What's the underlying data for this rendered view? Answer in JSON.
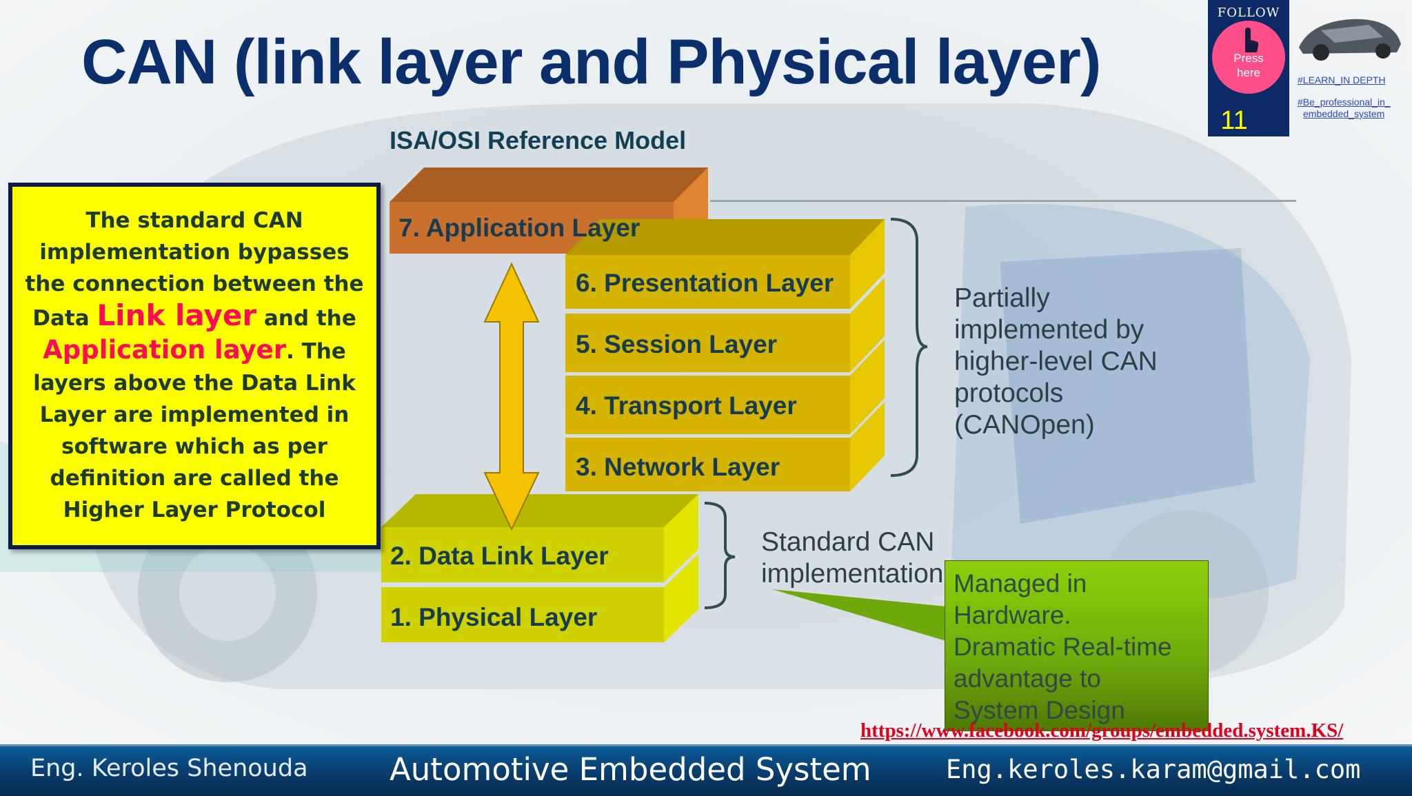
{
  "slide": {
    "title": "CAN (link layer and Physical layer)",
    "subtitle": "ISA/OSI Reference Model"
  },
  "note": {
    "line1": "The standard CAN implementation bypasses the connection between the Data",
    "link_layer": "Link layer",
    "and_the": " and the",
    "application_layer": "Application layer",
    "rest": ". The layers above the Data Link Layer are implemented in software which as per definition are called the Higher Layer Protocol"
  },
  "layers": [
    {
      "label": "7. Application Layer"
    },
    {
      "label": "6. Presentation Layer"
    },
    {
      "label": "5. Session Layer"
    },
    {
      "label": "4. Transport Layer"
    },
    {
      "label": "3. Network Layer"
    },
    {
      "label": "2. Data Link Layer"
    },
    {
      "label": "1. Physical Layer"
    }
  ],
  "brace_upper": {
    "line1": "Partially",
    "line2": "implemented by",
    "line3": "higher-level CAN",
    "line4": "protocols",
    "line5": "(CANOpen)"
  },
  "brace_lower": {
    "line1": "Standard CAN",
    "line2": "implementation"
  },
  "callout": {
    "line1": "Managed in",
    "line2": "Hardware.",
    "line3": "Dramatic Real-time",
    "line4": "advantage to",
    "line5": "System Design"
  },
  "follow": {
    "title": "FOLLOW US",
    "press_line1": "Press",
    "press_line2": "here",
    "page_number": "11",
    "tag1": "#LEARN_IN DEPTH",
    "tag2_line1": "#Be_professional_in_",
    "tag2_line2": "embedded_system"
  },
  "url": "https://www.facebook.com/groups/embedded.system.KS/",
  "footer": {
    "left": "Eng. Keroles Shenouda",
    "center": "Automotive Embedded System",
    "right": "Eng.keroles.karam@gmail.com"
  },
  "colors": {
    "title": "#0b2f6b",
    "application_layer": "#c9702c",
    "upper_layers": "#d4b400",
    "lower_layers": "#cfd100",
    "arrow": "#f5c200",
    "note_bg": "#ffff00",
    "note_highlight": "#ff0a56",
    "callout": "#7fbf0a",
    "footer": "#0a4a80"
  }
}
